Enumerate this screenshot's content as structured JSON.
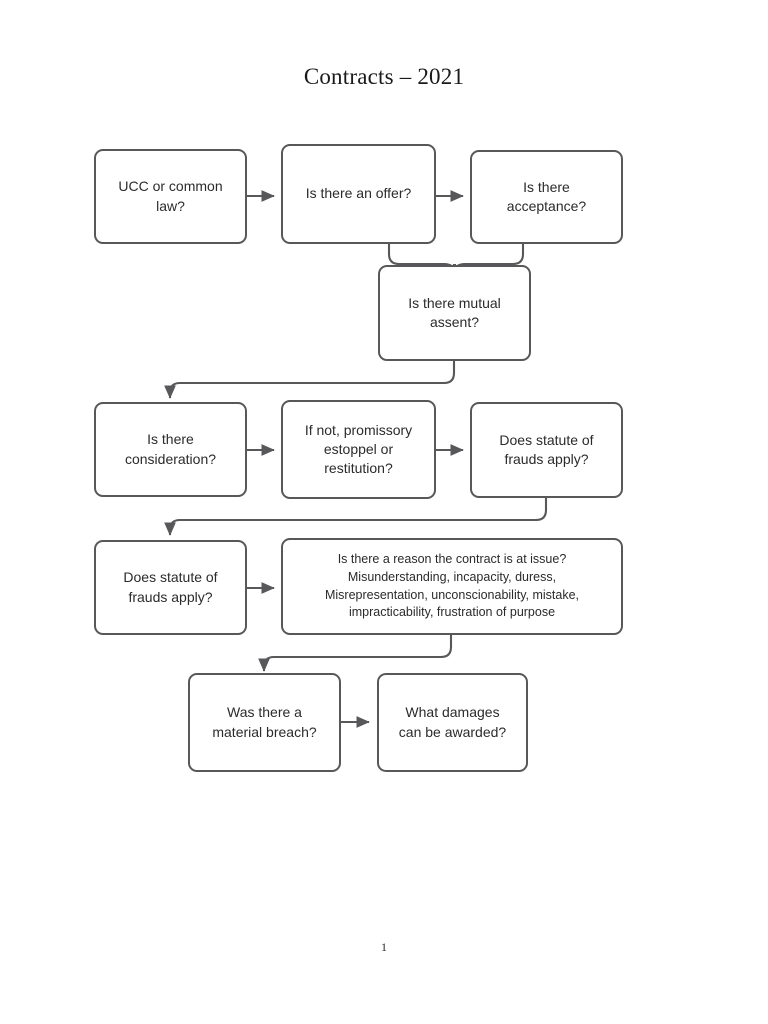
{
  "document": {
    "title": "Contracts – 2021",
    "page_number": "1"
  },
  "colors": {
    "page_background": "#ffffff",
    "node_border": "#58585a",
    "node_fill": "#ffffff",
    "connector": "#58585a",
    "text": "#2b2b2b",
    "title_text": "#1a1a1a"
  },
  "flowchart": {
    "type": "flowchart",
    "orientation": "top-to-bottom, left-to-right serpentine",
    "nodes": [
      {
        "id": "n1",
        "label": "UCC or common law?",
        "row": 1,
        "column": 1
      },
      {
        "id": "n2",
        "label": "Is there an offer?",
        "row": 1,
        "column": 2
      },
      {
        "id": "n3",
        "label": "Is there acceptance?",
        "row": 1,
        "column": 3
      },
      {
        "id": "n4",
        "label": "Is there mutual assent?",
        "row": 2,
        "column": 2
      },
      {
        "id": "n5",
        "label": "Is there consideration?",
        "row": 3,
        "column": 1
      },
      {
        "id": "n6",
        "label": "If not, promissory estoppel or restitution?",
        "row": 3,
        "column": 2
      },
      {
        "id": "n7",
        "label": "Does statute of frauds apply?",
        "row": 3,
        "column": 3
      },
      {
        "id": "n8",
        "label": "Does statute of frauds apply?",
        "row": 4,
        "column": 1
      },
      {
        "id": "n9",
        "label": "Is there a reason the contract is at issue? Misunderstanding, incapacity, duress, Misrepresentation, unconscionability, mistake, impracticability, frustration of purpose",
        "row": 4,
        "column": 2
      },
      {
        "id": "n10",
        "label": "Was there a material breach?",
        "row": 5,
        "column": 1
      },
      {
        "id": "n11",
        "label": "What damages can be awarded?",
        "row": 5,
        "column": 2
      }
    ],
    "node_lines": {
      "n1": [
        "UCC or common",
        "law?"
      ],
      "n2": [
        "Is there an offer?"
      ],
      "n3": [
        "Is there",
        "acceptance?"
      ],
      "n4": [
        "Is there mutual",
        "assent?"
      ],
      "n5": [
        "Is there",
        "consideration?"
      ],
      "n6": [
        "If not, promissory",
        "estoppel or",
        "restitution?"
      ],
      "n7": [
        "Does statute of",
        "frauds apply?"
      ],
      "n8": [
        "Does statute of",
        "frauds apply?"
      ],
      "n9": [
        "Is there a reason the contract is at issue?",
        "Misunderstanding, incapacity, duress,",
        "Misrepresentation, unconscionability, mistake,",
        "impracticability, frustration of purpose"
      ],
      "n10": [
        "Was there a",
        "material breach?"
      ],
      "n11": [
        "What damages",
        "can be awarded?"
      ]
    },
    "edges": [
      {
        "from": "n1",
        "to": "n2",
        "style": "arrow-right"
      },
      {
        "from": "n2",
        "to": "n3",
        "style": "arrow-right"
      },
      {
        "from": "n2",
        "to": "n4",
        "style": "curved-merge-down"
      },
      {
        "from": "n3",
        "to": "n4",
        "style": "curved-merge-down"
      },
      {
        "from": "n4",
        "to": "n5",
        "style": "elbow-down-left-arrow"
      },
      {
        "from": "n5",
        "to": "n6",
        "style": "arrow-right"
      },
      {
        "from": "n6",
        "to": "n7",
        "style": "arrow-right"
      },
      {
        "from": "n7",
        "to": "n8",
        "style": "elbow-down-left-arrow"
      },
      {
        "from": "n8",
        "to": "n9",
        "style": "arrow-right"
      },
      {
        "from": "n9",
        "to": "n10",
        "style": "elbow-down-left-arrow"
      },
      {
        "from": "n10",
        "to": "n11",
        "style": "arrow-right"
      }
    ]
  }
}
